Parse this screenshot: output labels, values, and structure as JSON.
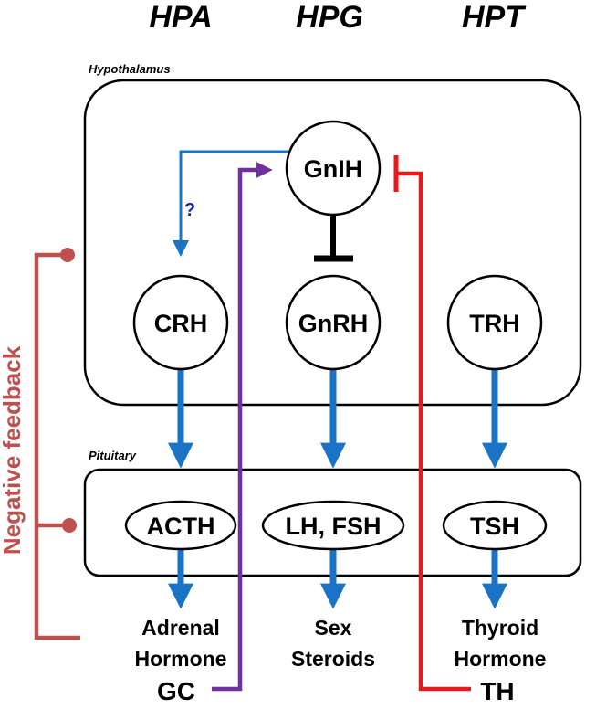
{
  "axes": [
    "HPA",
    "HPG",
    "HPT"
  ],
  "regions": {
    "hypothalamus": "Hypothalamus",
    "pituitary": "Pituitary"
  },
  "nodes": {
    "gnih": "GnIH",
    "crh": "CRH",
    "gnrh": "GnRH",
    "trh": "TRH",
    "acth": "ACTH",
    "lh_fsh": "LH, FSH",
    "tsh": "TSH"
  },
  "outputs": {
    "adrenal": [
      "Adrenal",
      "Hormone"
    ],
    "sex": [
      "Sex",
      "Steroids"
    ],
    "thyroid": [
      "Thyroid",
      "Hormone"
    ]
  },
  "signals": {
    "gc": "GC",
    "th": "TH",
    "question": "?"
  },
  "feedback_label": "Negative feedback",
  "colors": {
    "blue_arrow": "#1a73c4",
    "gc_line": "#7030a0",
    "th_line": "#e8191a",
    "feedback": "#c0504d",
    "question": "#1a26b8",
    "inhibit": "#000000"
  }
}
